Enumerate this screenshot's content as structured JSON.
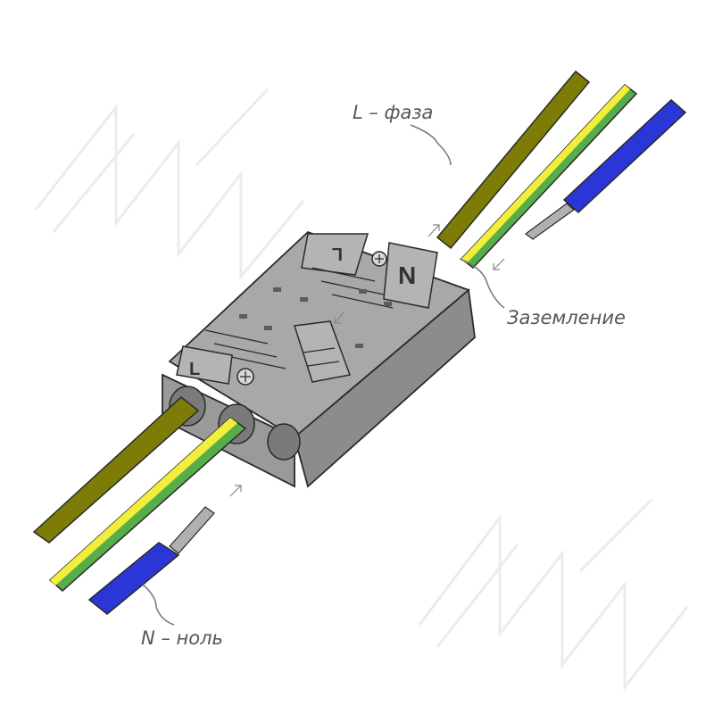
{
  "labels": {
    "phase": "L – фаза",
    "ground": "Заземление",
    "neutral": "N – ноль"
  },
  "connector_marks": {
    "back_left": "L",
    "back_right": "N",
    "front_left": "L"
  },
  "watermark": "MAM",
  "colors": {
    "phase_wire": "#7c7c06",
    "ground_yellow": "#f2ef3c",
    "ground_green": "#57ad4a",
    "neutral_wire": "#2b36d6",
    "connector_body": "#9a9a9a",
    "outline": "#2a2a2a",
    "label_text": "#555555"
  }
}
